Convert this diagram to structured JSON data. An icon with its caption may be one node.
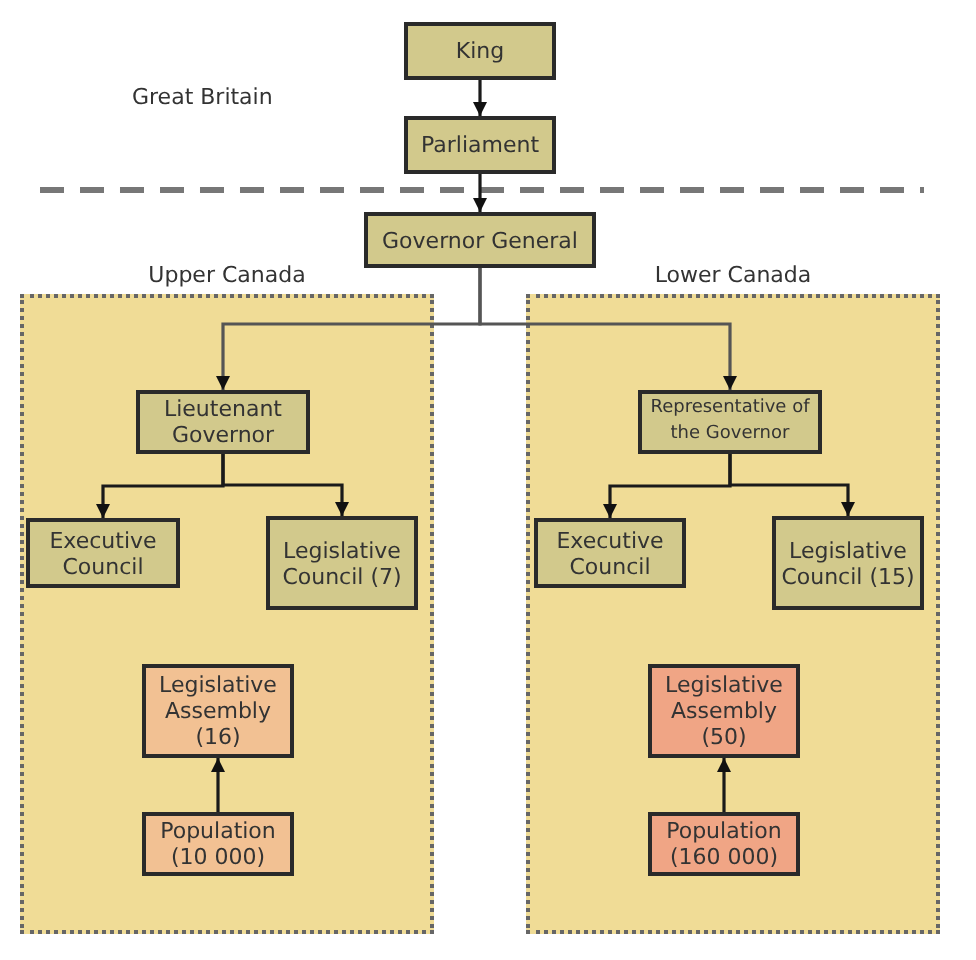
{
  "diagram": {
    "nodes": [
      {
        "text": [
          "King"
        ]
      },
      {
        "text": [
          "Parliament"
        ]
      },
      {
        "text": [
          "Governor General"
        ]
      },
      {
        "text": [
          "Upper Canada"
        ]
      },
      {
        "text": [
          "Lieutenant Governor"
        ],
        "in": 3
      },
      {
        "text": [
          "Executive Council"
        ],
        "in": 3
      },
      {
        "text": [
          "Legislative Council (7)"
        ],
        "in": 3
      },
      {
        "text": [
          "Legislative Assembly (16)"
        ],
        "in": 3
      },
      {
        "text": [
          "Population (10 000)"
        ],
        "in": 3
      },
      {
        "text": [
          "Lower Canada"
        ]
      },
      {
        "text": [
          "Representative of the Governor"
        ],
        "in": 9
      },
      {
        "text": [
          "Executive Council"
        ],
        "in": 9
      },
      {
        "text": [
          "Legislative Council (15)"
        ],
        "in": 9
      },
      {
        "text": [
          "Legislative Assembly (50)"
        ],
        "in": 9
      },
      {
        "text": [
          "Population (160 000)"
        ],
        "in": 9
      }
    ],
    "edges": [
      {
        "from": 0,
        "to": 1,
        "arrow": "to"
      },
      {
        "from": 1,
        "to": 2,
        "arrow": "to"
      },
      {
        "from": 2,
        "to": 4,
        "arrow": "to"
      },
      {
        "from": 2,
        "to": 10,
        "arrow": "to"
      },
      {
        "from": 4,
        "to": 5,
        "arrow": "to"
      },
      {
        "from": 4,
        "to": 6,
        "arrow": "to"
      },
      {
        "from": 8,
        "to": 7,
        "arrow": "to"
      },
      {
        "from": 10,
        "to": 11,
        "arrow": "to"
      },
      {
        "from": 10,
        "to": 12,
        "arrow": "to"
      },
      {
        "from": 14,
        "to": 13,
        "arrow": "to"
      }
    ],
    "labels": [
      "Great Britain"
    ]
  }
}
